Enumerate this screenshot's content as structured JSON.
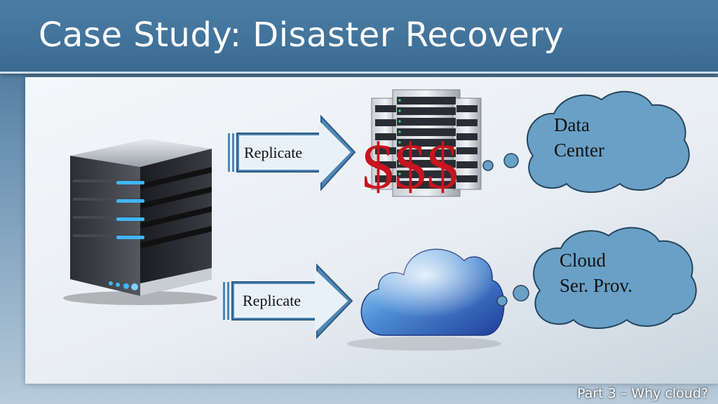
{
  "slide": {
    "title": "Case Study: Disaster Recovery",
    "footer": "Part 3 – Why cloud?"
  },
  "arrows": {
    "top_label": "Replicate",
    "bottom_label": "Replicate"
  },
  "cost_mark": "$$$",
  "callouts": {
    "data_center": [
      "Data",
      "Center"
    ],
    "cloud_provider": [
      "Cloud",
      "Ser. Prov."
    ]
  },
  "colors": {
    "title_bar": "#3b6a91",
    "callout_fill": "#6aa0c6",
    "arrow_fill": "#4f86b3",
    "cost_red": "#c8141e",
    "led_blue": "#3fb6ff"
  },
  "icons": [
    "server-tower-icon",
    "server-rack-icon",
    "cloud-icon"
  ]
}
